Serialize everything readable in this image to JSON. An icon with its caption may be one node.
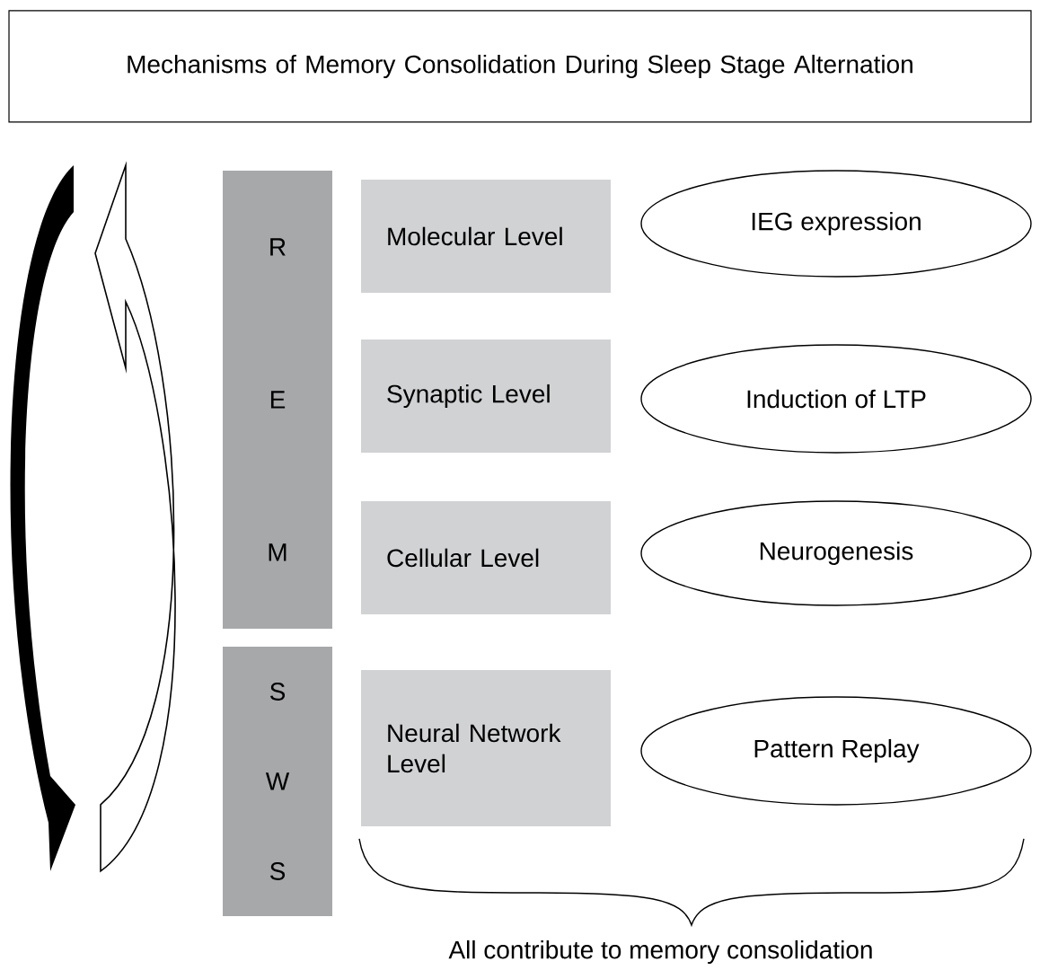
{
  "diagram": {
    "title": "Mechanisms of Memory Consolidation During Sleep Stage Alternation",
    "nodes": [
      {
        "text": [
          "R",
          "E",
          "M"
        ]
      },
      {
        "text": [
          "S",
          "W",
          "S"
        ]
      },
      {
        "text": [
          "Molecular Level"
        ]
      },
      {
        "text": [
          "Synaptic Level"
        ]
      },
      {
        "text": [
          "Cellular Level"
        ]
      },
      {
        "text": [
          "Neural Network Level"
        ]
      },
      {
        "text": [
          "IEG expression"
        ]
      },
      {
        "text": [
          "Induction of LTP"
        ]
      },
      {
        "text": [
          "Neurogenesis"
        ]
      },
      {
        "text": [
          "Pattern Replay"
        ]
      }
    ],
    "labels": [
      "All contribute to memory consolidation"
    ]
  }
}
